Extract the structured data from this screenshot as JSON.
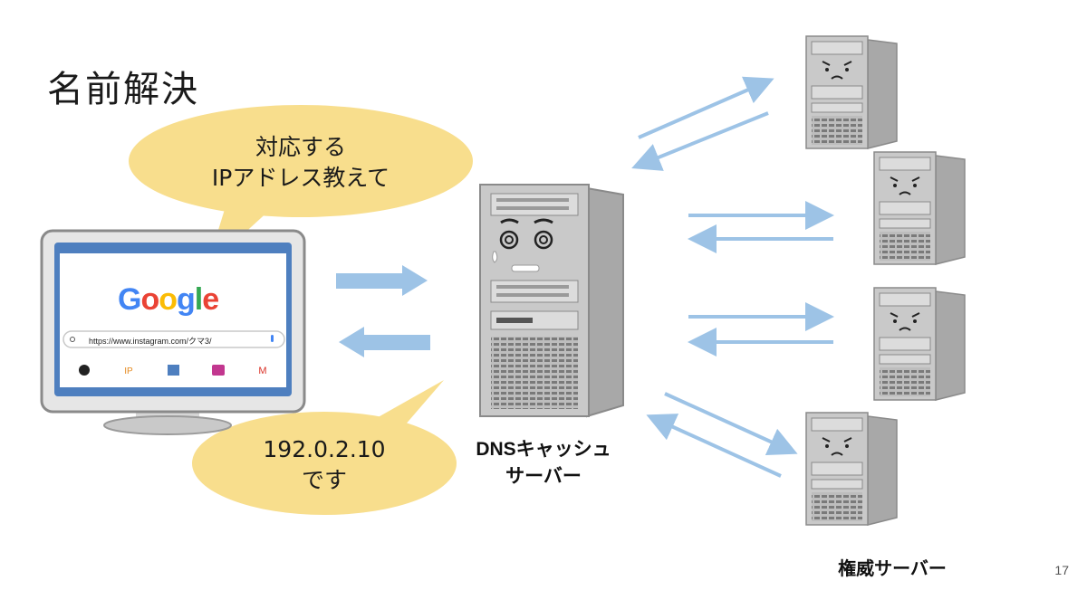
{
  "slide": {
    "title": "名前解決",
    "page_number": "17"
  },
  "bubble_question": {
    "line1": "対応する",
    "line2": "IPアドレス教えて"
  },
  "bubble_answer": {
    "line1": "192.0.2.10",
    "line2": "です"
  },
  "browser": {
    "logo_letters": [
      "G",
      "o",
      "o",
      "g",
      "l",
      "e"
    ],
    "search_value": "https://www.instagram.com/クマ3/"
  },
  "dns_cache_server": {
    "label_line1": "DNSキャッシュ",
    "label_line2": "サーバー"
  },
  "authoritative_servers": {
    "label": "権威サーバー"
  },
  "colors": {
    "bubble": "#f8de8d",
    "arrow": "#9dc3e6",
    "server_gray": "#c8c8c8",
    "screen_frame": "#4e7fbf"
  }
}
